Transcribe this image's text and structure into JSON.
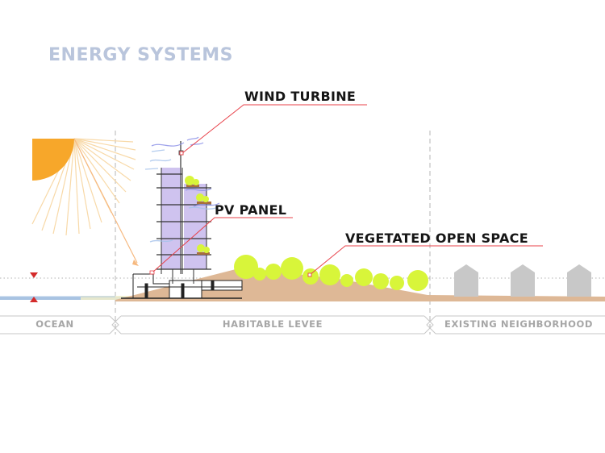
{
  "title": "ENERGY SYSTEMS",
  "callouts": {
    "wind_turbine": "WIND TURBINE",
    "pv_panel": "PV PANEL",
    "vegetated_open_space": "VEGETATED OPEN SPACE"
  },
  "zones": {
    "ocean": "OCEAN",
    "habitable_levee": "HABITABLE LEVEE",
    "existing_neighborhood": "EXISTING NEIGHBORHOOD"
  },
  "colors": {
    "title": "#b9c5dc",
    "sun": "#f7a72a",
    "sun_rays": "#f8d9a8",
    "levee": "#deb896",
    "water": "#a8c3e2",
    "building_panels": "#cfc3ef",
    "vegetation": "#d8f53a",
    "houses": "#c8c8c8",
    "leader_line": "#e8424a",
    "water_marker": "#d42b2b"
  },
  "icons": {
    "sun": "sun-icon",
    "wind": "wind-arrow-icon",
    "house": "house-icon"
  }
}
